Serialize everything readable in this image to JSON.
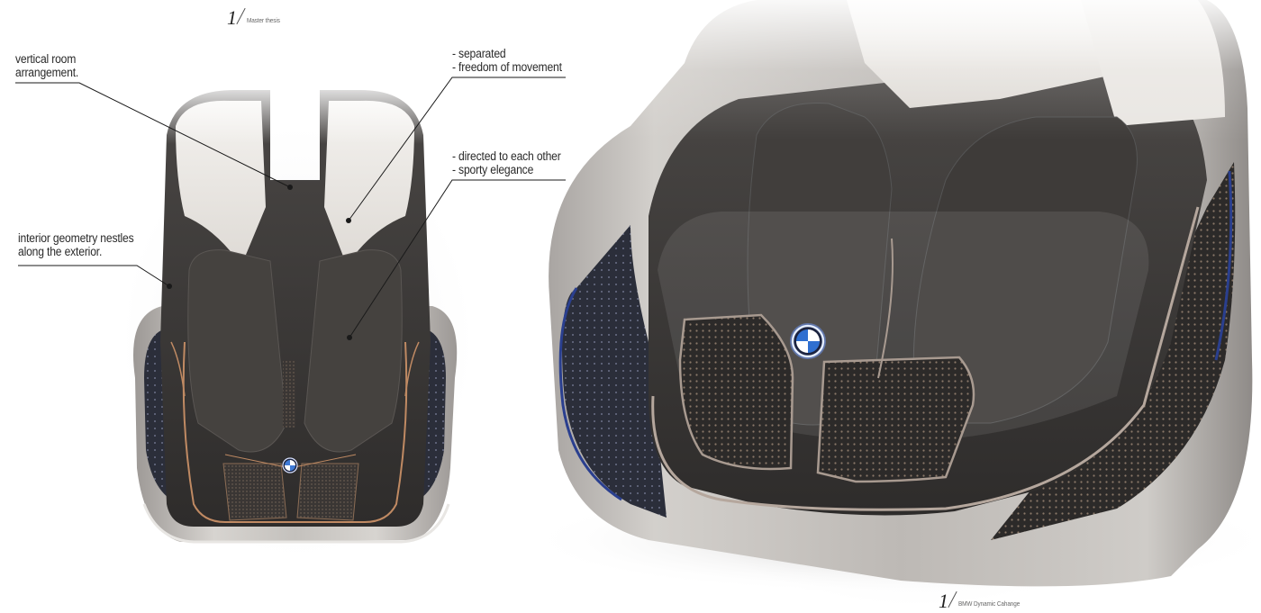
{
  "header": {
    "page_number": "1",
    "title": "Master thesis"
  },
  "footer": {
    "page_number": "1",
    "title": "BMW Dynamic Cahange"
  },
  "callouts": {
    "vertical_room": {
      "lines": [
        "vertical room",
        "arrangement."
      ]
    },
    "separated": {
      "lines": [
        "- separated",
        "- freedom of movement"
      ]
    },
    "directed": {
      "lines": [
        "- directed to each other",
        "- sporty elegance"
      ]
    },
    "interior_geometry": {
      "lines": [
        "interior geometry nestles",
        "along the exterior."
      ]
    }
  },
  "renderings": {
    "top_view": {
      "subject": "car-interior-top-view",
      "logo": "bmw-roundel"
    },
    "perspective_view": {
      "subject": "car-interior-perspective-view",
      "logo": "bmw-roundel"
    }
  },
  "colors": {
    "leader_line": "#1a1a1a",
    "shell_silver": "#b9b6b3",
    "interior_dark": "#3b3937",
    "seat_light": "#ece9e5",
    "copper_trim": "#c08a63",
    "ambient_blue": "#2a3f8f",
    "bmw_blue": "#2f6fd0"
  }
}
